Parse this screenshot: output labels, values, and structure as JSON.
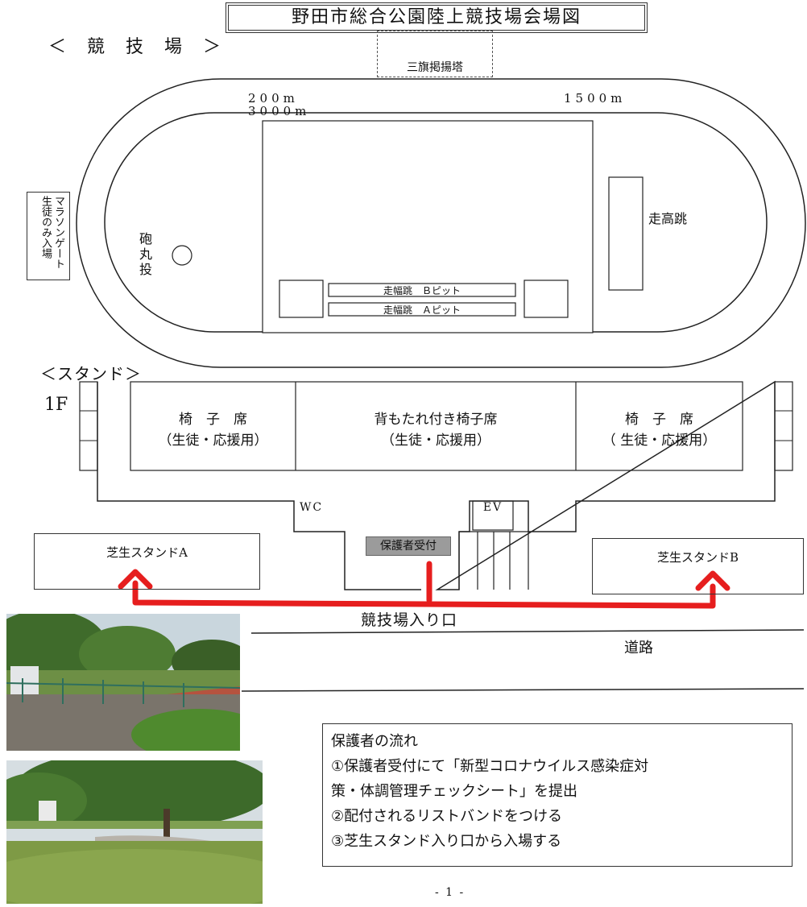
{
  "title": "野田市総合公園陸上競技場会場図",
  "stadium_heading": "＜　競　技　場　＞",
  "flag_tower": "三旗掲揚塔",
  "distances": {
    "d200": "200m",
    "d3000": "3000m",
    "d1500": "1500m"
  },
  "marathon_gate": "マラソンゲート\n生徒のみ入場",
  "field": {
    "shot_put": "砲丸投",
    "high_jump": "走高跳",
    "long_jump_b": "走幅跳　Ｂピット",
    "long_jump_a": "走幅跳　Ａピット"
  },
  "stand": {
    "heading": "＜スタンド＞",
    "floor": "1F",
    "seat_left": "椅　子　席\n（生徒・応援用）",
    "seat_center": "背もたれ付き椅子席\n（生徒・応援用）",
    "seat_right": "椅　子　席\n（ 生徒・応援用）",
    "wc": "WC",
    "ev": "EV"
  },
  "reception": "保護者受付",
  "lawn_a": "芝生スタンドA",
  "lawn_b": "芝生スタンドB",
  "entrance": "競技場入り口",
  "road": "道路",
  "flow": {
    "title": "保護者の流れ",
    "step1": "①保護者受付にて「新型コロナウイルス感染症対",
    "step1b": "策・体調管理チェックシート」を提出",
    "step2": "②配付されるリストバンドをつける",
    "step3": "③芝生スタンド入り口から入場する"
  },
  "page_number": "- 1 -",
  "colors": {
    "arrow": "#e61e1e",
    "reception_bg": "#9b9b9b"
  }
}
